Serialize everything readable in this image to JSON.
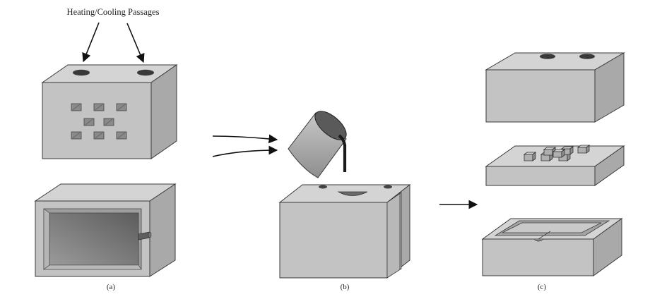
{
  "annotation": {
    "text": "Heating/Cooling Passages"
  },
  "captions": {
    "a": "(a)",
    "b": "(b)",
    "c": "(c)"
  },
  "colors": {
    "surface": "#c3c3c3",
    "top": "#d4d4d4",
    "side": "#a9a9a9",
    "hole": "#333333",
    "ink": "#111111"
  }
}
